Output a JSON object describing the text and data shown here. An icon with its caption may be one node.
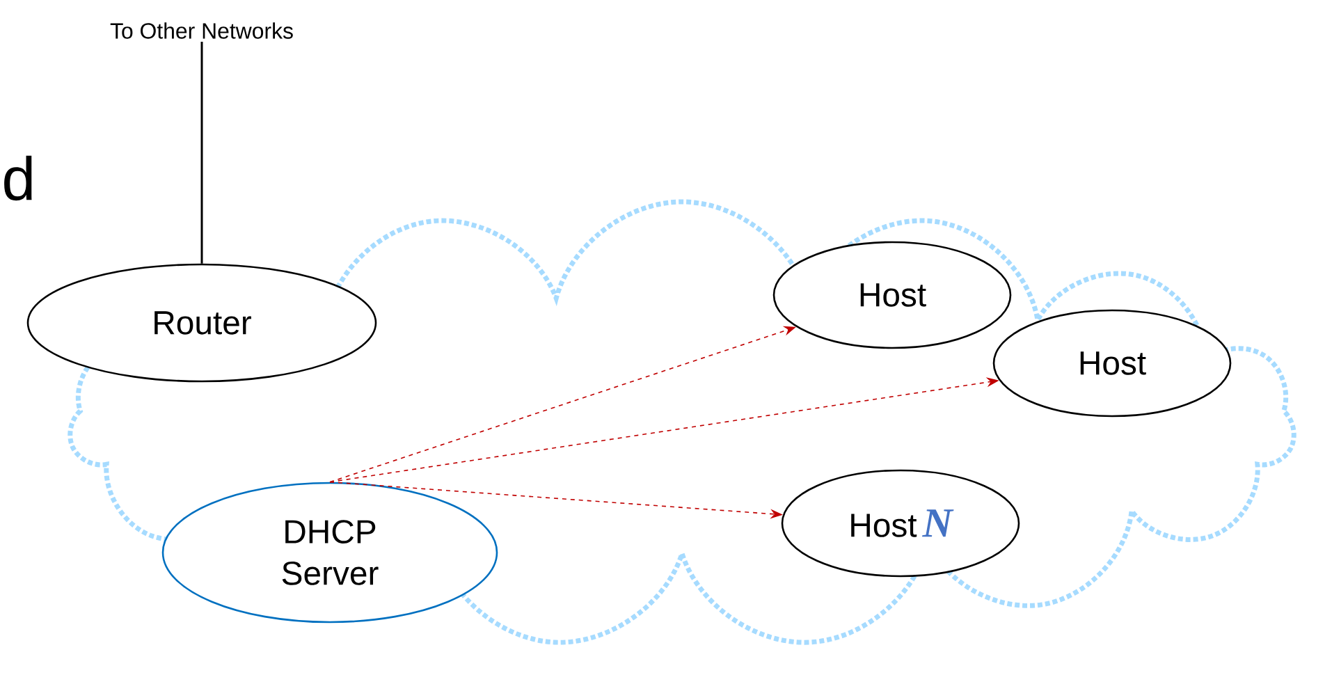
{
  "diagram": {
    "nodes": [
      {
        "text": [
          "To Other Networks"
        ]
      },
      {
        "text": [
          "Router"
        ]
      },
      {
        "text": [
          "DHCP Server"
        ]
      },
      {
        "text": [
          "Host"
        ]
      },
      {
        "text": [
          "Host"
        ]
      },
      {
        "text": [
          "Host",
          "N"
        ]
      }
    ],
    "edges": [
      {
        "from": 1,
        "to": 0,
        "arrow": "none",
        "color": "#000000"
      },
      {
        "from": 2,
        "to": 3,
        "arrow": "to",
        "style": "dashed"
      },
      {
        "from": 2,
        "to": 4,
        "arrow": "to",
        "style": "dashed"
      },
      {
        "from": 2,
        "to": 5,
        "arrow": "to",
        "style": "dashed"
      }
    ],
    "labels": [
      "d"
    ]
  }
}
